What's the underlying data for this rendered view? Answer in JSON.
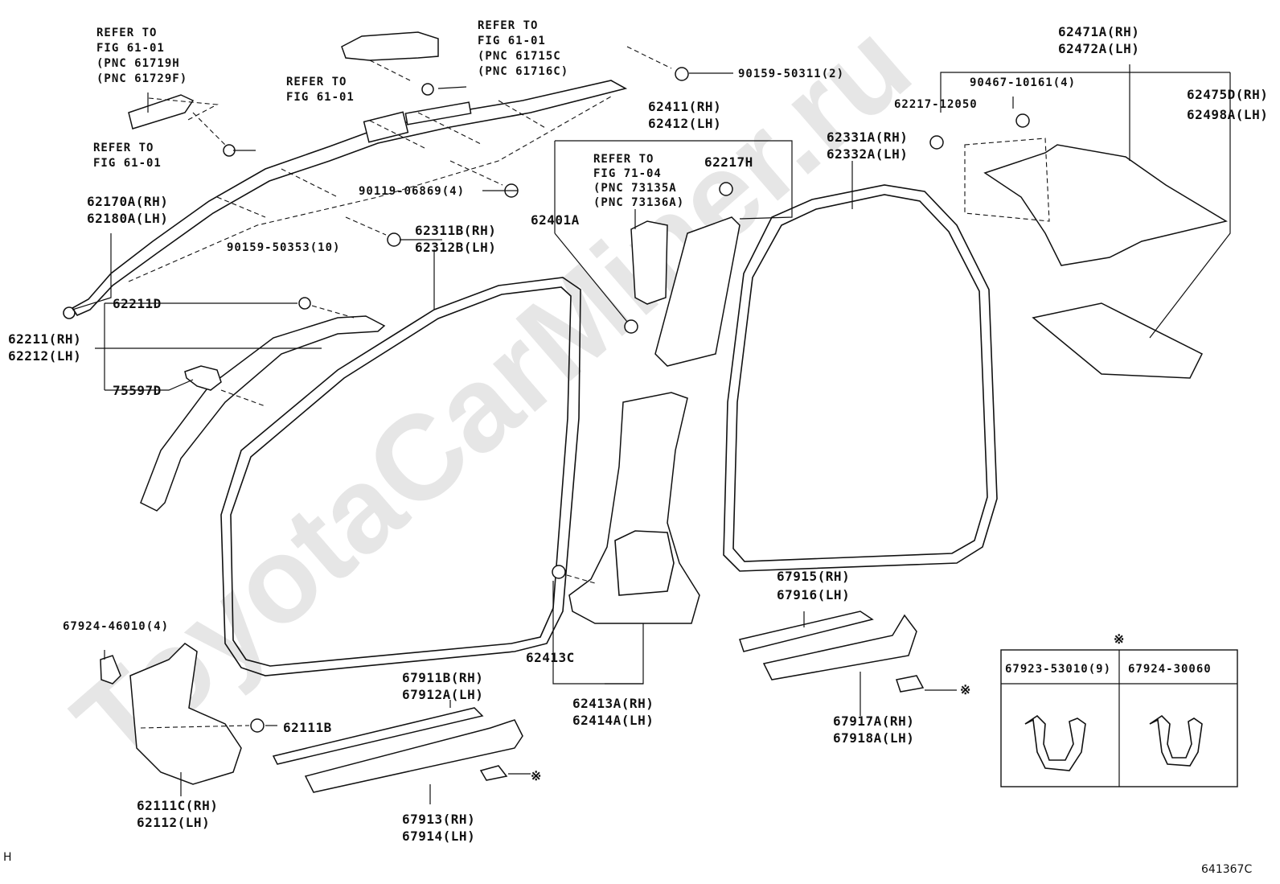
{
  "watermark": "ToyotaCarMiner.ru",
  "corner_letter": "H",
  "figure_code": "641367C",
  "refs": {
    "clip_bracket": [
      "REFER TO",
      "FIG 61-01",
      "(PNC 61719H",
      "(PNC 61729F)"
    ],
    "bolt_left": [
      "REFER TO",
      "FIG 61-01"
    ],
    "bracket_top": [
      "REFER TO",
      "FIG 61-01",
      "(PNC 61715C",
      "(PNC 61716C)"
    ],
    "bolt_mid": [
      "REFER TO",
      "FIG 61-01"
    ],
    "trim_panel": [
      "REFER TO",
      "FIG 71-04",
      "(PNC 73135A",
      "(PNC 73136A)"
    ]
  },
  "parts": {
    "p90159_50311": "90159-50311(2)",
    "p90119_06869": "90119-06869(4)",
    "p90159_50353": "90159-50353(10)",
    "p62170A": [
      "62170A(RH)",
      "62180A(LH)"
    ],
    "p62211D": "62211D",
    "p62211": [
      "62211(RH)",
      "62212(LH)"
    ],
    "p75597D": "75597D",
    "p62311B": [
      "62311B(RH)",
      "62312B(LH)"
    ],
    "p62411": [
      "62411(RH)",
      "62412(LH)"
    ],
    "p62217H": "62217H",
    "p62401A": "62401A",
    "p62331A": [
      "62331A(RH)",
      "62332A(LH)"
    ],
    "p62217_12050": "62217-12050",
    "p90467_10161": "90467-10161(4)",
    "p62471A": [
      "62471A(RH)",
      "62472A(LH)"
    ],
    "p62475D": [
      "62475D(RH)",
      "62498A(LH)"
    ],
    "p67924_46010": "67924-46010(4)",
    "p62111B": "62111B",
    "p62111C": [
      "62111C(RH)",
      "62112(LH)"
    ],
    "p67911B": [
      "67911B(RH)",
      "67912A(LH)"
    ],
    "p67913": [
      "67913(RH)",
      "67914(LH)"
    ],
    "p62413C": "62413C",
    "p62413A": [
      "62413A(RH)",
      "62414A(LH)"
    ],
    "p67915": [
      "67915(RH)",
      "67916(LH)"
    ],
    "p67917A": [
      "67917A(RH)",
      "67918A(LH)"
    ]
  },
  "marker": "※",
  "clip_table": {
    "col1": "67923-53010(9)",
    "col2": "67924-30060"
  }
}
